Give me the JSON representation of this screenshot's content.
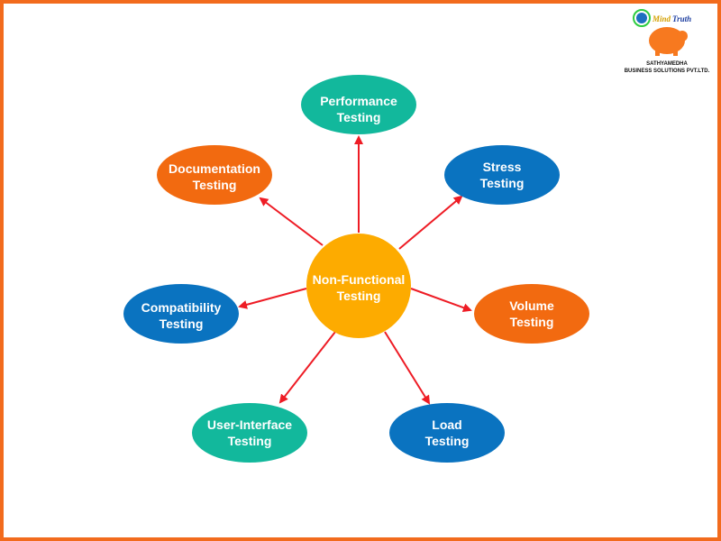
{
  "logo": {
    "brand_mind": "Mind",
    "brand_truth": "Truth",
    "company_line1": "SATHYAMEDHA",
    "company_line2": "BUSINESS SOLUTIONS PVT.LTD."
  },
  "colors": {
    "border": "#f26b1d",
    "arrow": "#ee1c25",
    "center": "#fdab00",
    "teal": "#12b89c",
    "blue": "#0a73c0",
    "orange": "#f26a10"
  },
  "center": {
    "line1": "Non-Functional",
    "line2": "Testing"
  },
  "nodes": [
    {
      "id": "performance",
      "line1": "Performance",
      "line2": "Testing",
      "color": "teal"
    },
    {
      "id": "stress",
      "line1": "Stress",
      "line2": "Testing",
      "color": "blue"
    },
    {
      "id": "volume",
      "line1": "Volume",
      "line2": "Testing",
      "color": "orange"
    },
    {
      "id": "load",
      "line1": "Load",
      "line2": "Testing",
      "color": "blue"
    },
    {
      "id": "user-interface",
      "line1": "User-Interface",
      "line2": "Testing",
      "color": "teal"
    },
    {
      "id": "compatibility",
      "line1": "Compatibility",
      "line2": "Testing",
      "color": "blue"
    },
    {
      "id": "documentation",
      "line1": "Documentation",
      "line2": "Testing",
      "color": "orange"
    }
  ]
}
